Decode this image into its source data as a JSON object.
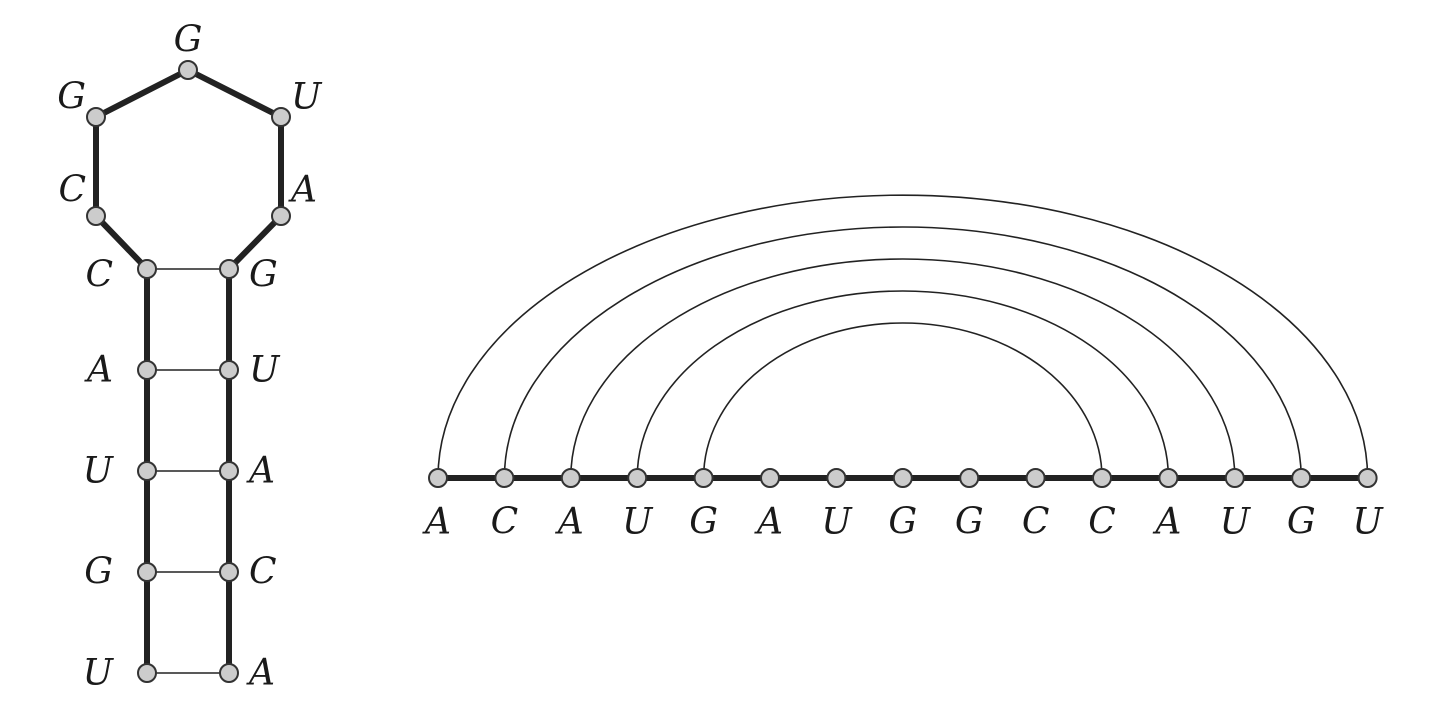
{
  "hairpin": {
    "sequence": [
      "U",
      "G",
      "U",
      "A",
      "C",
      "C",
      "G",
      "G",
      "U",
      "A",
      "G",
      "U",
      "A",
      "C",
      "A"
    ],
    "pairs": [
      [
        0,
        14
      ],
      [
        1,
        13
      ],
      [
        2,
        12
      ],
      [
        3,
        11
      ],
      [
        4,
        10
      ]
    ]
  },
  "arc": {
    "sequence": [
      "A",
      "C",
      "A",
      "U",
      "G",
      "A",
      "U",
      "G",
      "G",
      "C",
      "C",
      "A",
      "U",
      "G",
      "U"
    ],
    "pairs": [
      [
        0,
        14
      ],
      [
        1,
        13
      ],
      [
        2,
        12
      ],
      [
        3,
        11
      ],
      [
        4,
        10
      ]
    ]
  }
}
